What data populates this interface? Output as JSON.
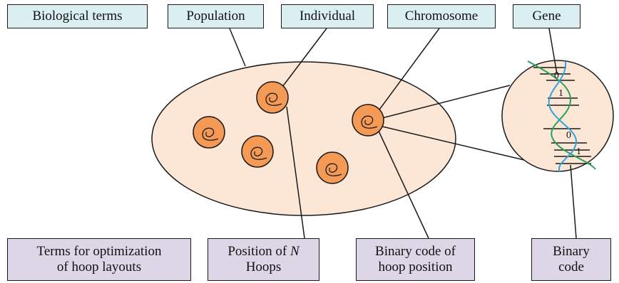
{
  "top_labels": {
    "biological_terms": "Biological terms",
    "population": "Population",
    "individual": "Individual",
    "chromosome": "Chromosome",
    "gene": "Gene"
  },
  "bottom_labels": {
    "terms_optimization_line1": "Terms for optimization",
    "terms_optimization_line2": "of hoop layouts",
    "position_prefix": "Position of ",
    "position_var": "N",
    "position_line2": "Hoops",
    "binary_position_line1": "Binary code of",
    "binary_position_line2": "hoop position",
    "binary_code_line1": "Binary",
    "binary_code_line2": "code"
  },
  "gene_glyphs": [
    "0",
    "1",
    "0",
    "1"
  ],
  "colors": {
    "top_box_fill": "#dbeff3",
    "bottom_box_fill": "#ddd6e6",
    "population_fill": "#fce6d6",
    "individual_fill": "#f59a55",
    "strand_green": "#2aa05a",
    "strand_blue": "#2fa3dc"
  }
}
